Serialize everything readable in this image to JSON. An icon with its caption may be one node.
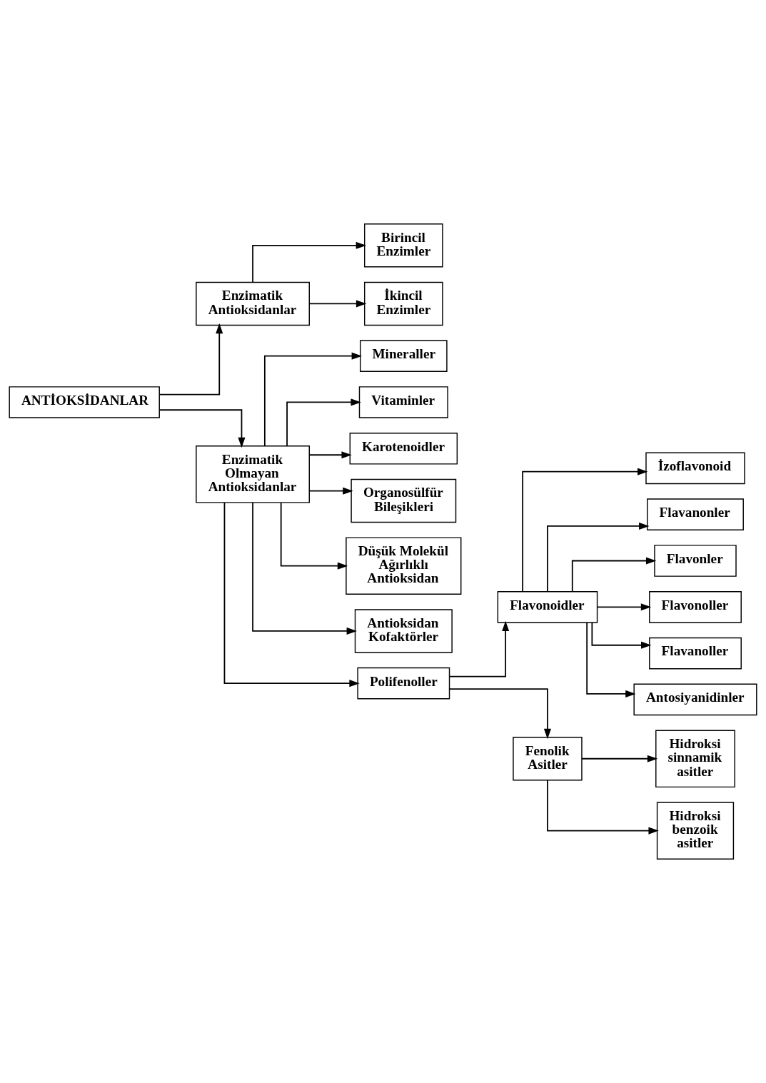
{
  "diagram": {
    "nodes": [
      {
        "text": [
          "ANTİOKSİDANLAR"
        ]
      },
      {
        "text": [
          "Enzimatik Antioksidanlar"
        ]
      },
      {
        "text": [
          "Enzimatik Olmayan Antioksidanlar"
        ]
      },
      {
        "text": [
          "Birincil Enzimler"
        ]
      },
      {
        "text": [
          "İkincil Enzimler"
        ]
      },
      {
        "text": [
          "Mineraller"
        ]
      },
      {
        "text": [
          "Vitaminler"
        ]
      },
      {
        "text": [
          "Karotenoidler"
        ]
      },
      {
        "text": [
          "Organosülfür Bileşikleri"
        ]
      },
      {
        "text": [
          "Düşük Molekül Ağırlıklı Antioksidan"
        ]
      },
      {
        "text": [
          "Antioksidan Kofaktörler"
        ]
      },
      {
        "text": [
          "Polifenoller"
        ]
      },
      {
        "text": [
          "Flavonoidler"
        ]
      },
      {
        "text": [
          "Fenolik Asitler"
        ]
      },
      {
        "text": [
          "İzoflavonoid"
        ]
      },
      {
        "text": [
          "Flavanonler"
        ]
      },
      {
        "text": [
          "Flavonler"
        ]
      },
      {
        "text": [
          "Flavonoller"
        ]
      },
      {
        "text": [
          "Flavanoller"
        ]
      },
      {
        "text": [
          "Antosiyanidinler"
        ]
      },
      {
        "text": [
          "Hidroksi sinnamik asitler"
        ]
      },
      {
        "text": [
          "Hidroksi benzoik asitler"
        ]
      }
    ],
    "edges": [
      {
        "from": 0,
        "to": 1,
        "arrow": "to"
      },
      {
        "from": 0,
        "to": 2,
        "arrow": "to"
      },
      {
        "from": 1,
        "to": 3,
        "arrow": "to"
      },
      {
        "from": 1,
        "to": 4,
        "arrow": "to"
      },
      {
        "from": 2,
        "to": 5,
        "arrow": "to"
      },
      {
        "from": 2,
        "to": 6,
        "arrow": "to"
      },
      {
        "from": 2,
        "to": 7,
        "arrow": "to"
      },
      {
        "from": 2,
        "to": 8,
        "arrow": "to"
      },
      {
        "from": 2,
        "to": 9,
        "arrow": "to"
      },
      {
        "from": 2,
        "to": 10,
        "arrow": "to"
      },
      {
        "from": 2,
        "to": 11,
        "arrow": "to"
      },
      {
        "from": 11,
        "to": 12,
        "arrow": "to"
      },
      {
        "from": 11,
        "to": 13,
        "arrow": "to"
      },
      {
        "from": 12,
        "to": 14,
        "arrow": "to"
      },
      {
        "from": 12,
        "to": 15,
        "arrow": "to"
      },
      {
        "from": 12,
        "to": 16,
        "arrow": "to"
      },
      {
        "from": 12,
        "to": 17,
        "arrow": "to"
      },
      {
        "from": 12,
        "to": 18,
        "arrow": "to"
      },
      {
        "from": 12,
        "to": 19,
        "arrow": "to"
      },
      {
        "from": 13,
        "to": 20,
        "arrow": "to"
      },
      {
        "from": 13,
        "to": 21,
        "arrow": "to"
      }
    ]
  }
}
